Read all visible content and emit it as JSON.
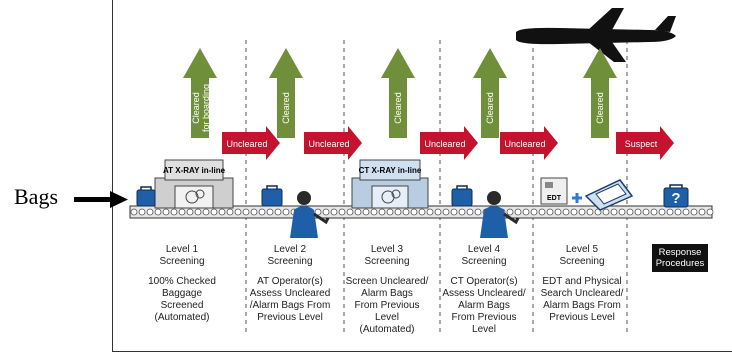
{
  "left_label": "Bags",
  "up_arrows": [
    "Cleared for boarding",
    "Cleared",
    "Cleared",
    "Cleared",
    "Cleared"
  ],
  "right_arrows": [
    "Uncleared",
    "Uncleared",
    "Uncleared",
    "Uncleared",
    "Suspect"
  ],
  "machines": {
    "at": "AT X-RAY in-line",
    "ct": "CT X-RAY in-line",
    "edt": "EDT",
    "unknown_bag": "?"
  },
  "levels": [
    {
      "title": "Level 1\nScreening",
      "desc": "100% Checked\nBaggage Screened\n(Automated)"
    },
    {
      "title": "Level 2\nScreening",
      "desc": "AT Operator(s)\nAssess Uncleared\n/Alarm Bags From\nPrevious Level"
    },
    {
      "title": "Level 3\nScreening",
      "desc": "Screen Uncleared/\nAlarm Bags\nFrom Previous Level\n(Automated)"
    },
    {
      "title": "Level 4\nScreening",
      "desc": "CT Operator(s)\nAssess Uncleared/\nAlarm Bags\nFrom Previous\nLevel"
    },
    {
      "title": "Level 5\nScreening",
      "desc": "EDT and Physical\nSearch Uncleared/\nAlarm Bags From\nPrevious Level"
    }
  ],
  "response": "Response\nProcedures",
  "colors": {
    "green": "#6f8f3a",
    "red": "#c4122f",
    "blue": "#1f5fa8",
    "machine_gray": "#d9d9d9",
    "ct_blue": "#cfe0f1"
  }
}
